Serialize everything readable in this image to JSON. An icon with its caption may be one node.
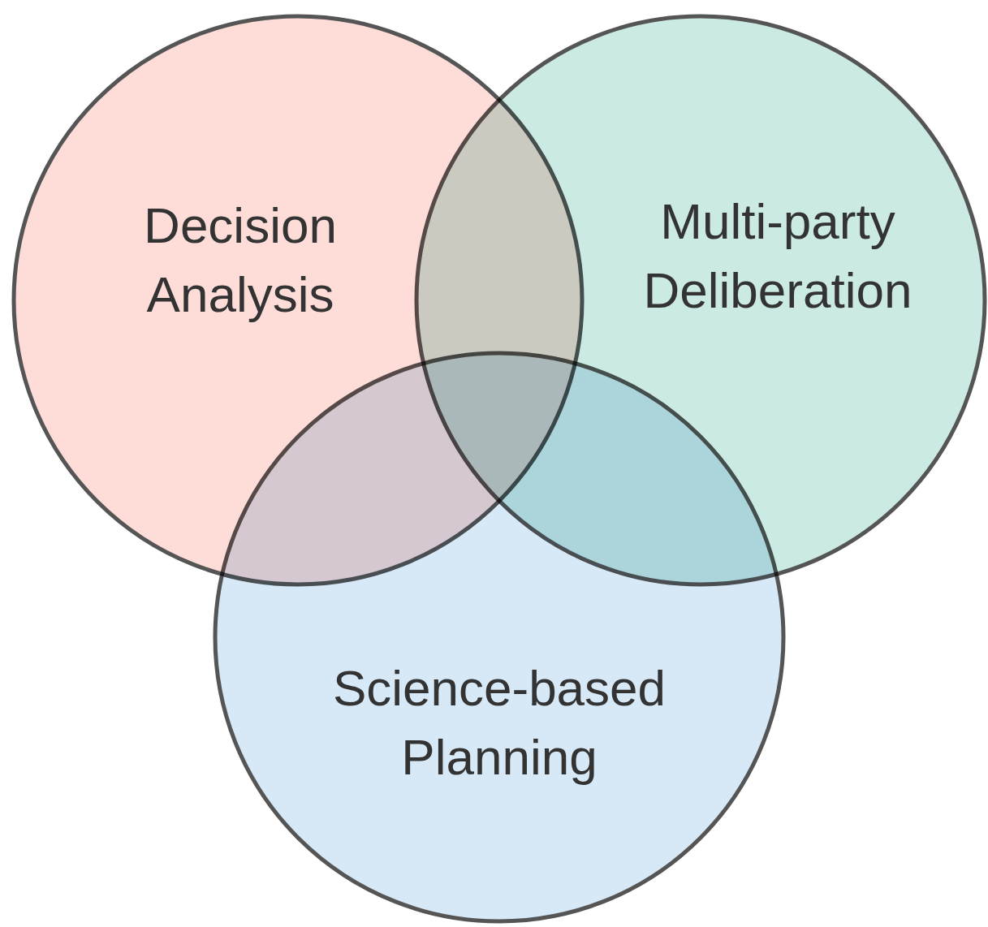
{
  "diagram": {
    "nodes": [
      {
        "text": [
          "Decision Analysis"
        ]
      },
      {
        "text": [
          "Multi-party Deliberation"
        ]
      },
      {
        "text": [
          "Science-based Planning"
        ]
      }
    ]
  }
}
